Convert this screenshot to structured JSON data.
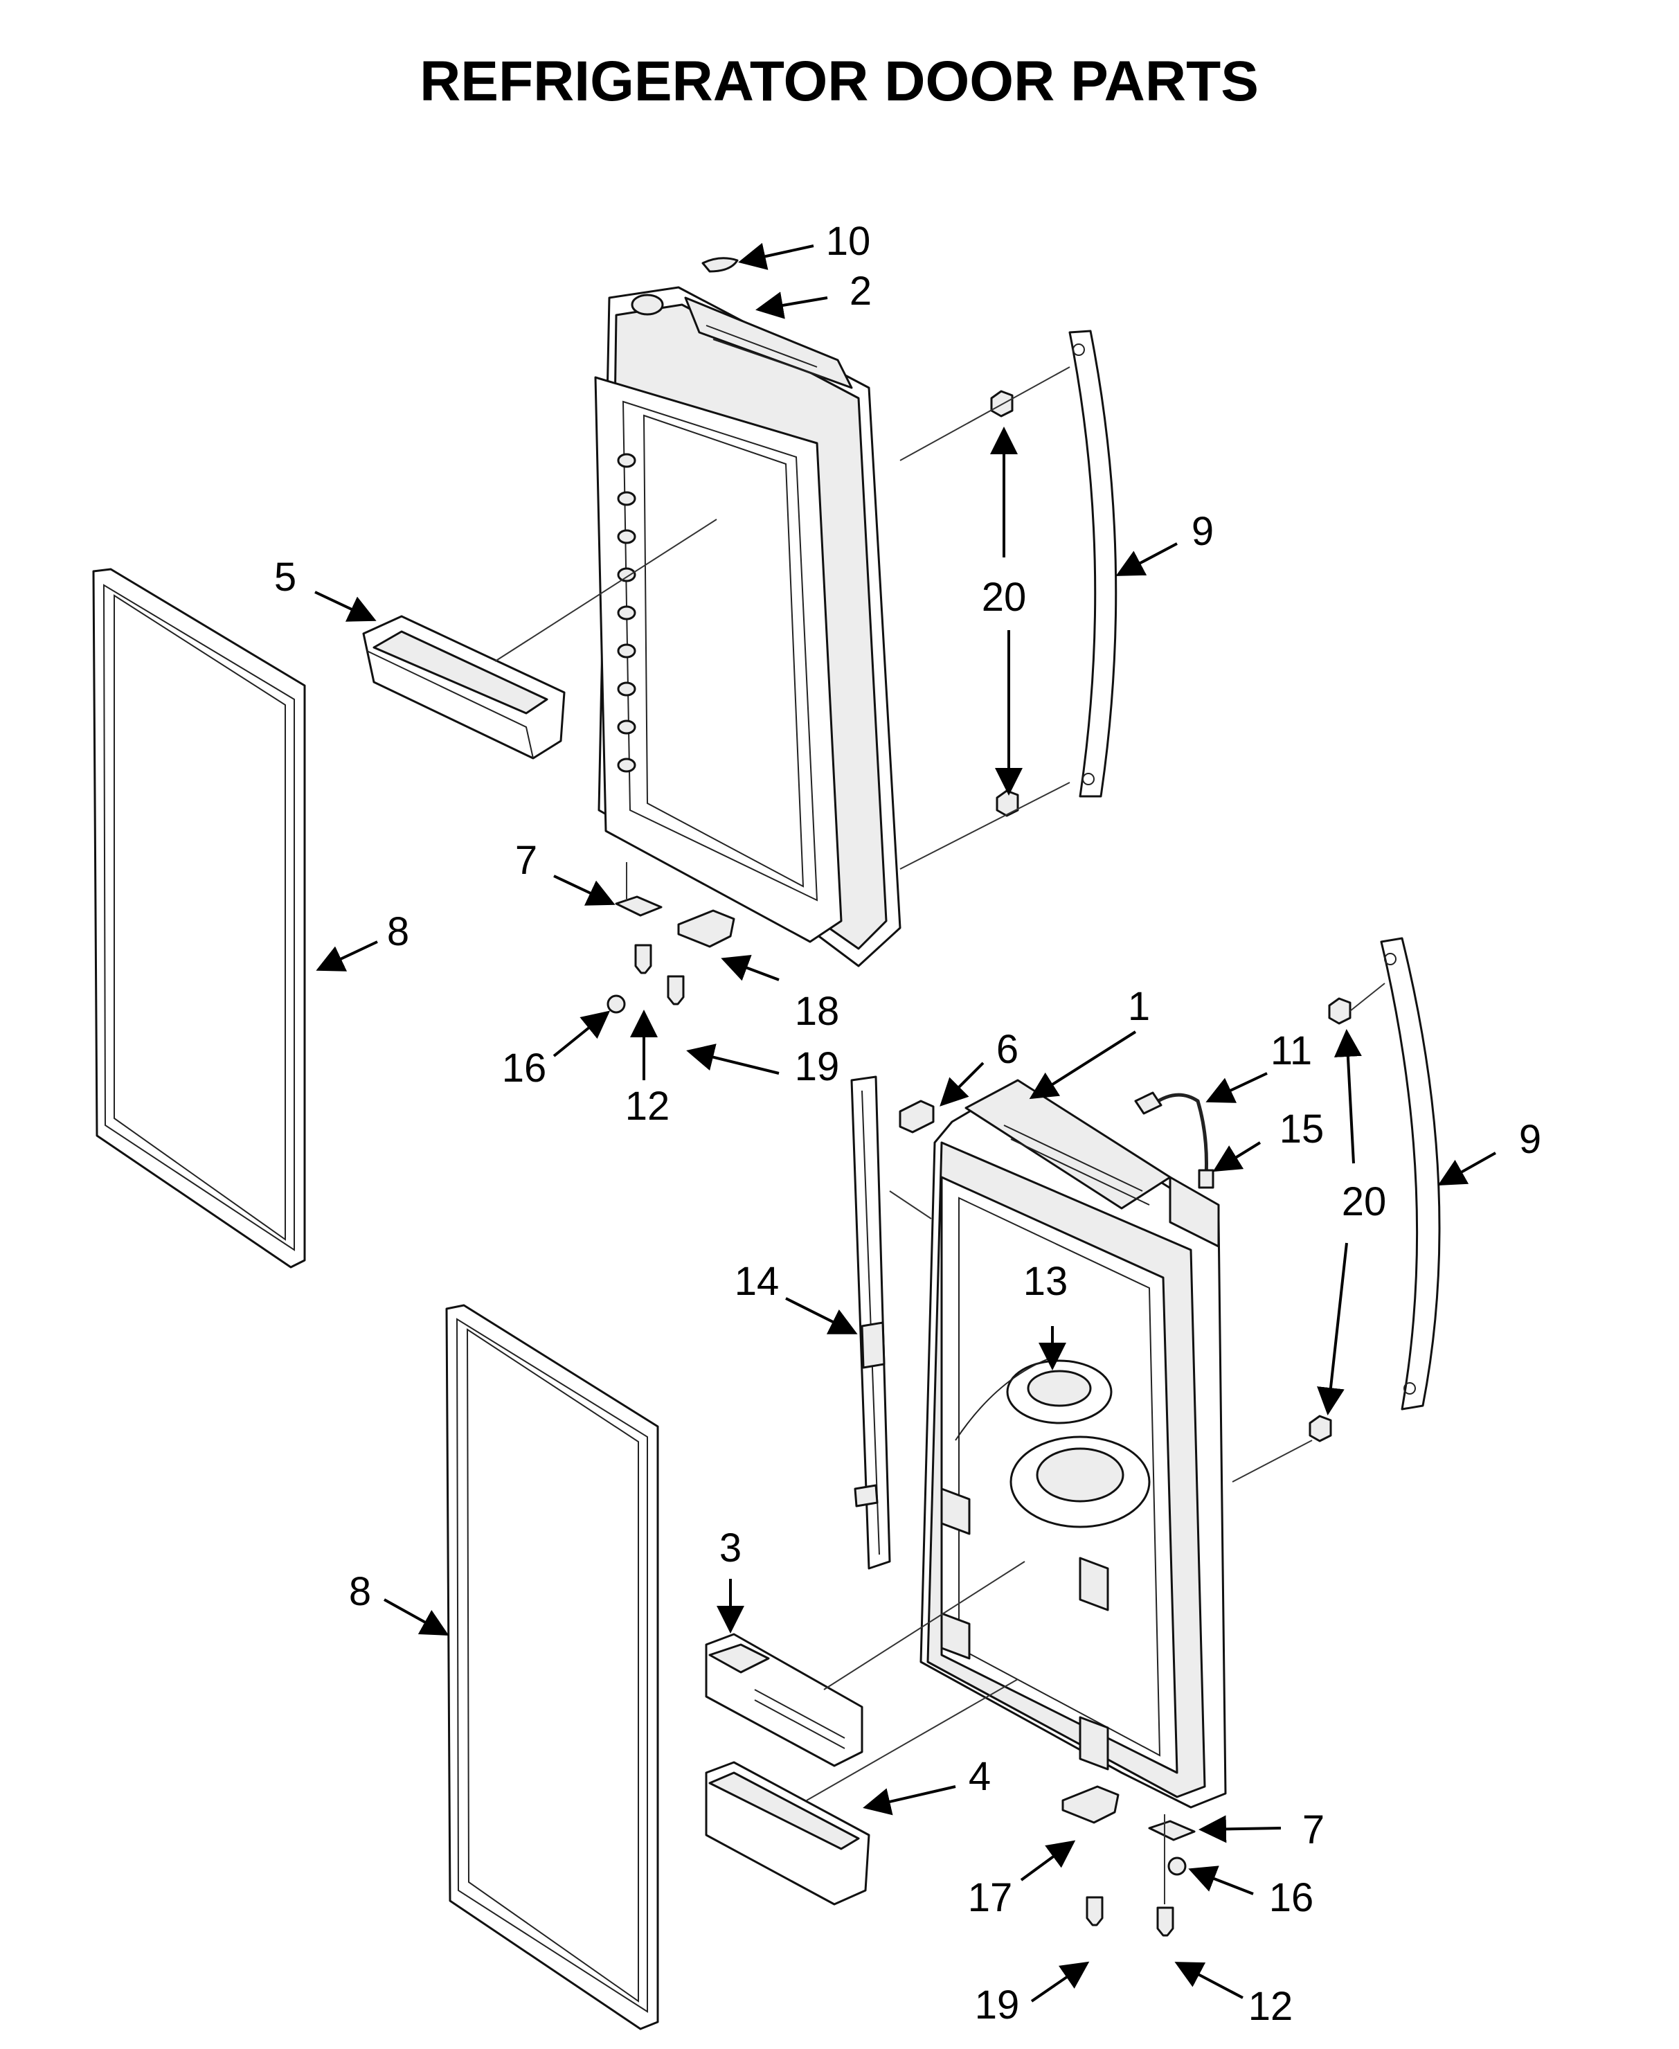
{
  "title": "REFRIGERATOR DOOR PARTS",
  "callouts": [
    {
      "id": "c10",
      "label": "10"
    },
    {
      "id": "c2",
      "label": "2"
    },
    {
      "id": "c9a",
      "label": "9"
    },
    {
      "id": "c20a",
      "label": "20"
    },
    {
      "id": "c5",
      "label": "5"
    },
    {
      "id": "c8a",
      "label": "8"
    },
    {
      "id": "c7a",
      "label": "7"
    },
    {
      "id": "c18",
      "label": "18"
    },
    {
      "id": "c16a",
      "label": "16"
    },
    {
      "id": "c12a",
      "label": "12"
    },
    {
      "id": "c19a",
      "label": "19"
    },
    {
      "id": "c6",
      "label": "6"
    },
    {
      "id": "c1",
      "label": "1"
    },
    {
      "id": "c11",
      "label": "11"
    },
    {
      "id": "c15",
      "label": "15"
    },
    {
      "id": "c9b",
      "label": "9"
    },
    {
      "id": "c20b",
      "label": "20"
    },
    {
      "id": "c14",
      "label": "14"
    },
    {
      "id": "c13",
      "label": "13"
    },
    {
      "id": "c8b",
      "label": "8"
    },
    {
      "id": "c3",
      "label": "3"
    },
    {
      "id": "c4",
      "label": "4"
    },
    {
      "id": "c7b",
      "label": "7"
    },
    {
      "id": "c17",
      "label": "17"
    },
    {
      "id": "c16b",
      "label": "16"
    },
    {
      "id": "c19b",
      "label": "19"
    },
    {
      "id": "c12b",
      "label": "12"
    }
  ]
}
